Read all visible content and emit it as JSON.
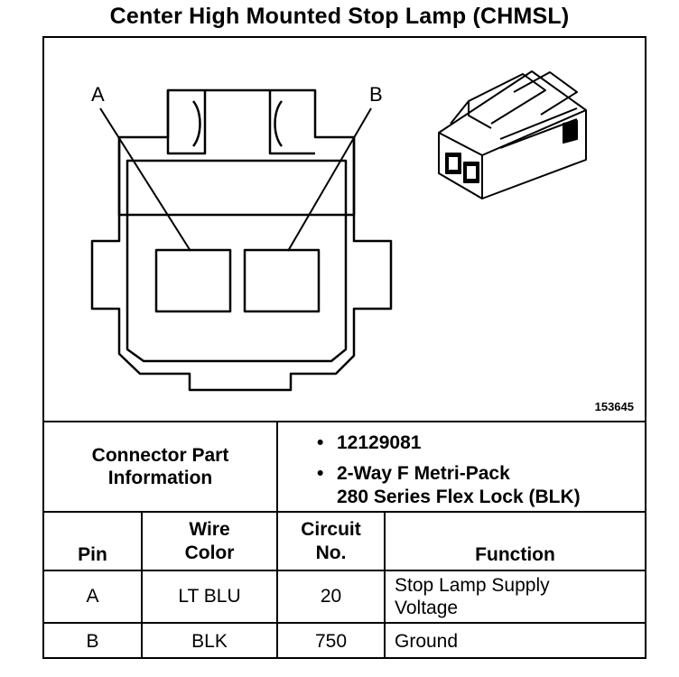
{
  "title": "Center High Mounted Stop Lamp (CHMSL)",
  "diagram": {
    "label_a": "A",
    "label_b": "B",
    "figure_number": "153645"
  },
  "connector_info": {
    "label_line1": "Connector Part",
    "label_line2": "Information",
    "bullet": "•",
    "part_number": "12129081",
    "description_line1": "2-Way F Metri-Pack",
    "description_line2": "280 Series Flex Lock (BLK)"
  },
  "table": {
    "headers": {
      "pin": "Pin",
      "wire_color_line1": "Wire",
      "wire_color_line2": "Color",
      "circuit_line1": "Circuit",
      "circuit_line2": "No.",
      "function": "Function"
    },
    "rows": [
      {
        "pin": "A",
        "wire_color": "LT BLU",
        "circuit": "20",
        "function_line1": "Stop Lamp Supply",
        "function_line2": "Voltage"
      },
      {
        "pin": "B",
        "wire_color": "BLK",
        "circuit": "750",
        "function_line1": "Ground",
        "function_line2": ""
      }
    ]
  }
}
